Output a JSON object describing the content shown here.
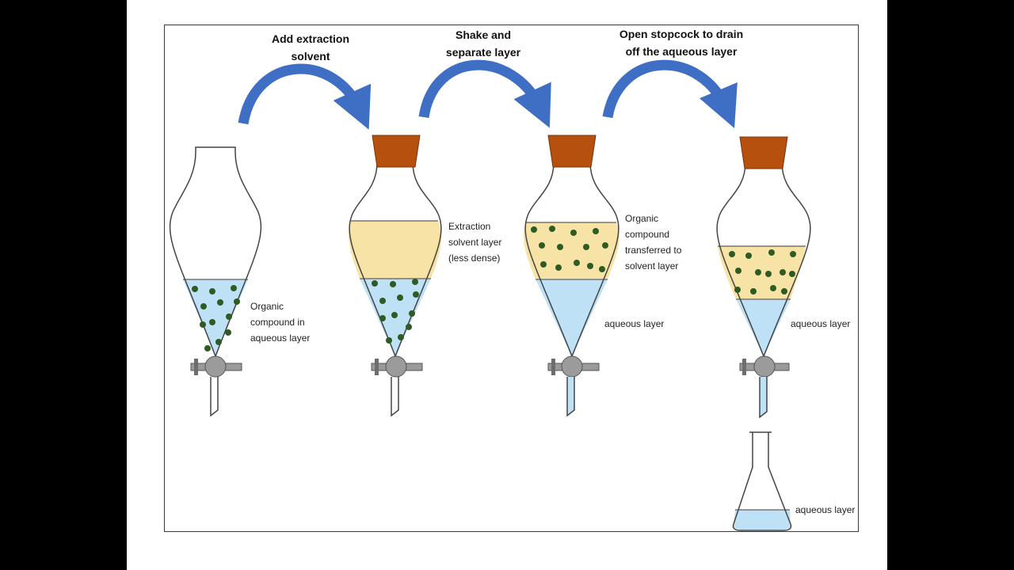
{
  "steps": [
    {
      "line1": "Add extraction",
      "line2": "solvent"
    },
    {
      "line1": "Shake and",
      "line2": "separate layer"
    },
    {
      "line1": "Open stopcock to drain",
      "line2": "off the aqueous layer"
    }
  ],
  "labels": {
    "funnel1": [
      "Organic",
      "compound in",
      "aqueous layer"
    ],
    "funnel2": [
      "Extraction",
      "solvent layer",
      "(less dense)"
    ],
    "funnel3_top": [
      "Organic",
      "compound",
      "transferred to",
      "solvent layer"
    ],
    "funnel3_bottom": "aqueous layer",
    "funnel4_bottom": "aqueous layer",
    "flask": "aqueous layer"
  },
  "colors": {
    "aqueous": "#bfe1f5",
    "solvent": "#f7e3a6",
    "particle": "#2e5b23",
    "stopper": "#b5500f",
    "arrow": "#3f6fc4",
    "stopcock": "#8a8a8a",
    "frame": "#7a1f1f"
  }
}
